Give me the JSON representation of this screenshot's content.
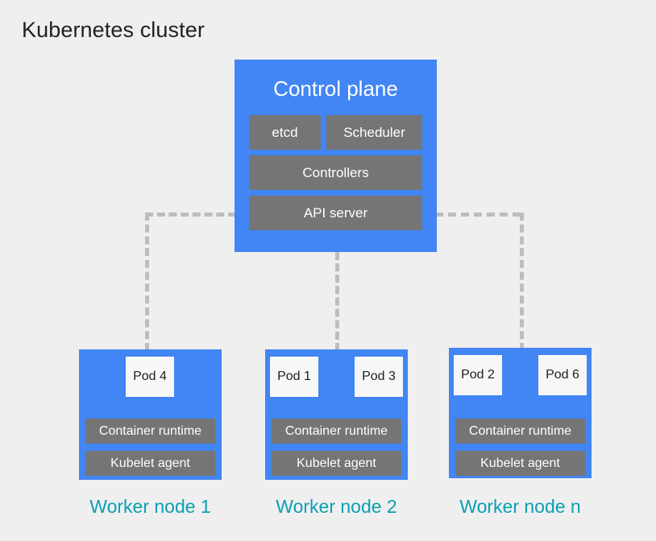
{
  "page": {
    "title": "Kubernetes cluster",
    "background_color": "#efefef"
  },
  "colors": {
    "node_blue": "#4285f4",
    "component_gray": "#757575",
    "pod_white": "#f7f7f7",
    "caption_teal": "#0b9fb2",
    "connector_gray": "#bdbdbd",
    "title_text": "#202124"
  },
  "control_plane": {
    "title": "Control plane",
    "components": [
      {
        "label": "etcd"
      },
      {
        "label": "Scheduler"
      },
      {
        "label": "Controllers"
      },
      {
        "label": "API server"
      }
    ]
  },
  "worker_nodes": [
    {
      "caption": "Worker node 1",
      "pods": [
        {
          "label": "Pod 4"
        }
      ],
      "runtime_label": "Container runtime",
      "kubelet_label": "Kubelet agent"
    },
    {
      "caption": "Worker node 2",
      "pods": [
        {
          "label": "Pod 1"
        },
        {
          "label": "Pod 3"
        }
      ],
      "runtime_label": "Container runtime",
      "kubelet_label": "Kubelet agent"
    },
    {
      "caption": "Worker node n",
      "pods": [
        {
          "label": "Pod 2"
        },
        {
          "label": "Pod 6"
        }
      ],
      "runtime_label": "Container runtime",
      "kubelet_label": "Kubelet agent"
    }
  ]
}
